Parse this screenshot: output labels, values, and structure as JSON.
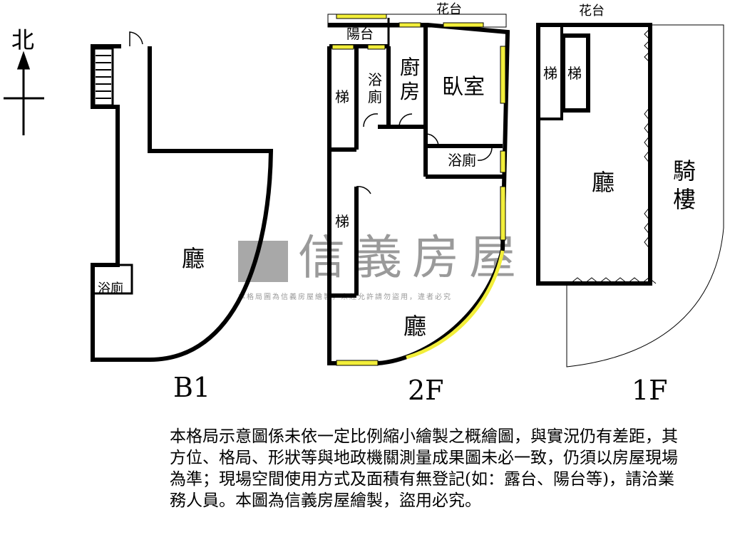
{
  "compass": {
    "label": "北"
  },
  "watermark": {
    "brand": "信義房屋",
    "notice": "本格局圖為信義房屋繪製，未經允許請勿盜用，違者必究",
    "color": "#9a9a9a"
  },
  "floors": [
    {
      "name": "B1",
      "rooms": {
        "hall": "廳",
        "bath": "浴廁"
      }
    },
    {
      "name": "2F",
      "rooms": {
        "balcony": "陽台",
        "planter": "花台",
        "stair_upper": "梯",
        "bath_upper": "浴\n廁",
        "kitchen": "廚\n房",
        "bedroom": "臥室",
        "bath_lower": "浴廁",
        "stair_lower": "梯",
        "hall": "廳"
      }
    },
    {
      "name": "1F",
      "rooms": {
        "planter": "花台",
        "stair_a": "梯",
        "stair_b": "梯",
        "hall": "廳",
        "arcade": "騎\n樓"
      }
    }
  ],
  "window_color": "#f2ee3a",
  "disclaimer": "本格局示意圖係未依一定比例縮小繪製之概繪圖，與實況仍有差距，其方位、格局、形狀等與地政機關測量成果圖未必一致，仍須以房屋現場為準；現場空間使用方式及面積有無登記(如：露台、陽台等)，請洽業務人員。本圖為信義房屋繪製，盜用必究。"
}
